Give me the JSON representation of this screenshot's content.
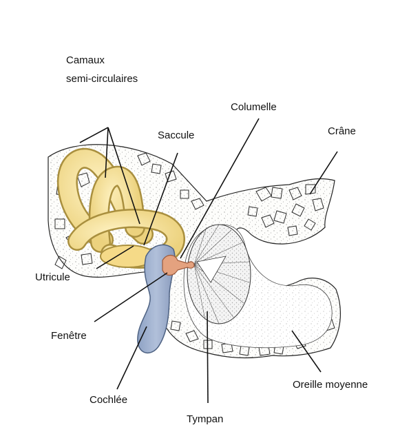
{
  "colors": {
    "canal_fill": "#f7df97",
    "canal_edge": "#a98f3e",
    "cochlea_fill": "#9fb1cd",
    "cochlea_edge": "#4d6182",
    "columelle_fill": "#e4a27f",
    "bone_outline": "#222222",
    "background": "#ffffff"
  },
  "labels": {
    "canaux_line1": "Camaux",
    "canaux_line2": "semi-circulaires",
    "columelle": "Columelle",
    "saccule": "Saccule",
    "crane": "Crâne",
    "utricule": "Utricule",
    "fenetre": "Fenêtre",
    "cochlee": "Cochlée",
    "tympan": "Tympan",
    "oreille_moyenne": "Oreille moyenne"
  }
}
